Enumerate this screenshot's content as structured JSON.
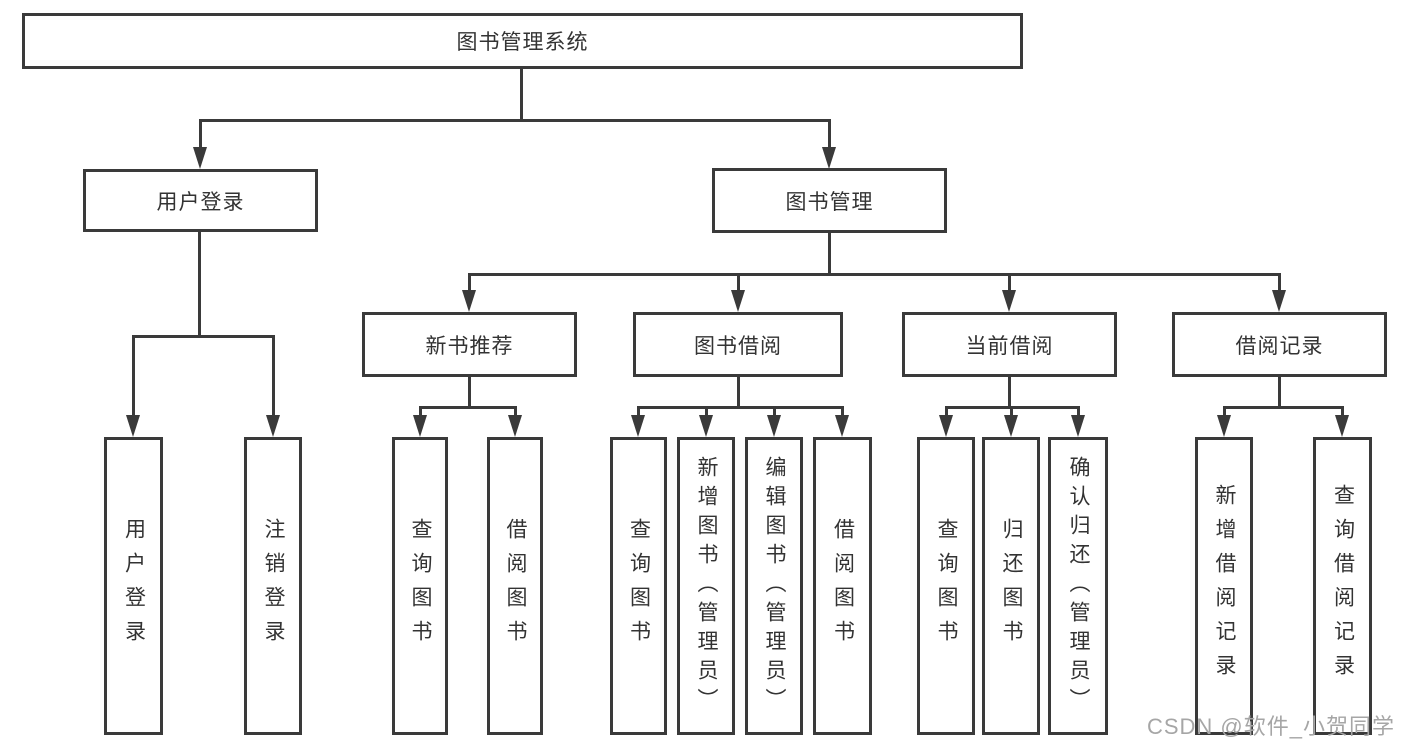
{
  "diagram": {
    "root": "图书管理系统",
    "level2": {
      "user_login": "用户登录",
      "book_mgmt": "图书管理"
    },
    "level3": {
      "new_books": "新书推荐",
      "book_borrow": "图书借阅",
      "current_borrow": "当前借阅",
      "borrow_records": "借阅记录"
    },
    "leaves": {
      "user_login": [
        "用户登录",
        "注销登录"
      ],
      "new_books": [
        "查询图书",
        "借阅图书"
      ],
      "book_borrow": [
        "查询图书",
        "新增图书（管理员）",
        "编辑图书（管理员）",
        "借阅图书"
      ],
      "current_borrow": [
        "查询图书",
        "归还图书",
        "确认归还（管理员）"
      ],
      "borrow_records": [
        "新增借阅记录",
        "查询借阅记录"
      ]
    }
  },
  "watermark": "CSDN @软件_小贺同学",
  "colors": {
    "line": "#3a3a3a",
    "text": "#333333",
    "watermark": "#a6a6a6",
    "background": "#ffffff"
  }
}
